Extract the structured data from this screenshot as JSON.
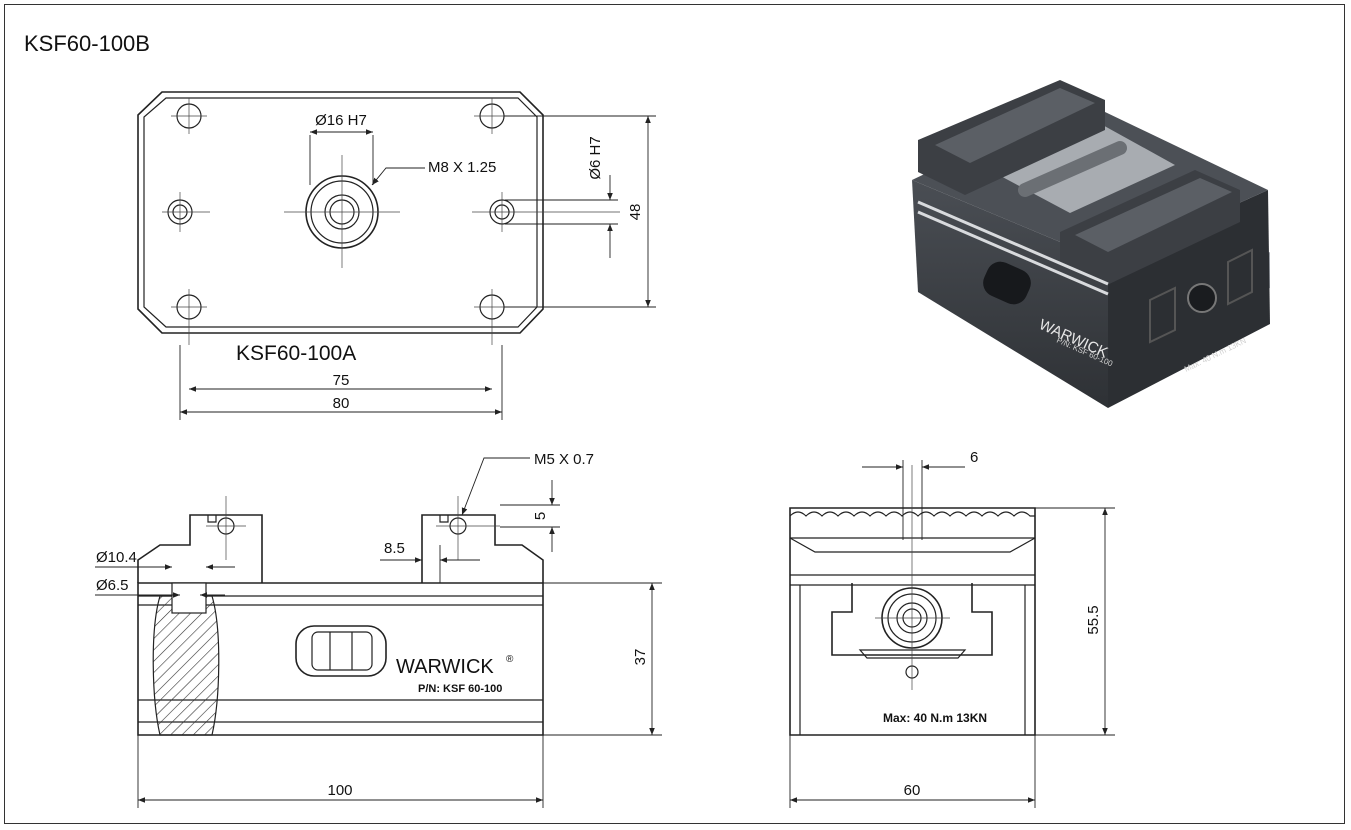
{
  "title": "KSF60-100B",
  "top_view": {
    "caption": "KSF60-100A",
    "bore_dim": "Ø16 H7",
    "thread_label": "M8 X 1.25",
    "pin_dim": "Ø6 H7",
    "height_dim": "48",
    "spacing_inner": "75",
    "spacing_outer": "80"
  },
  "side_view": {
    "thread_label": "M5 X 0.7",
    "depth_dim": "5",
    "offset_dim": "8.5",
    "bore_large": "Ø10.4",
    "bore_small": "Ø6.5",
    "height_dim": "37",
    "length_dim": "100",
    "brand": "WARWICK",
    "part_no": "P/N: KSF 60-100"
  },
  "end_view": {
    "slot_dim": "6",
    "height_dim": "55.5",
    "width_dim": "60",
    "max_label": "Max: 40 N.m 13KN"
  },
  "photo": {
    "brand": "WARWICK",
    "part_no": "P/N: KSF 60-100",
    "max_label": "Max: 40 N.m 13KN",
    "body_color": "#3a3d42",
    "steel_color": "#c9ccd0"
  }
}
